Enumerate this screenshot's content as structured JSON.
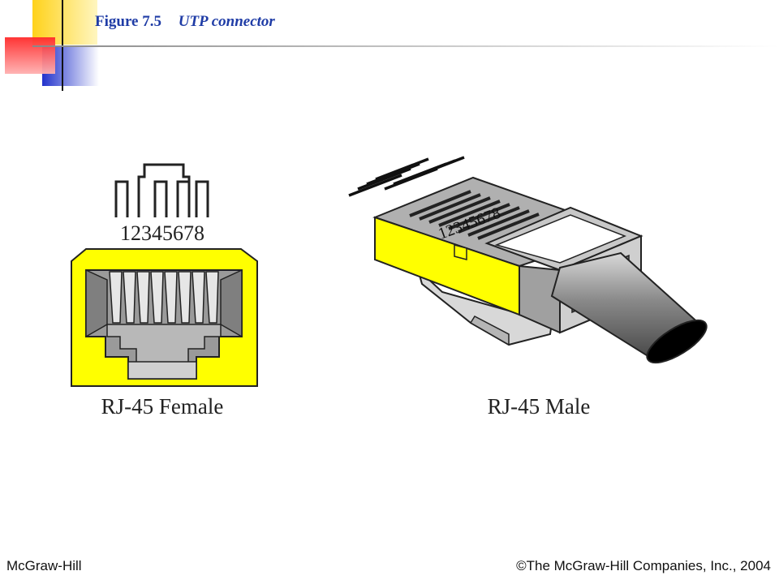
{
  "slide": {
    "figure_label": "Figure 7.5",
    "figure_caption": "UTP connector"
  },
  "diagram": {
    "female": {
      "pin_numbers": "12345678",
      "caption": "RJ-45 Female"
    },
    "male": {
      "pin_numbers": "12345678",
      "caption": "RJ-45 Male"
    }
  },
  "footer": {
    "left": "McGraw-Hill",
    "right": "©The McGraw-Hill Companies, Inc., 2004"
  },
  "colors": {
    "connector_yellow": "#ffff00",
    "title_blue": "#1f3ca6",
    "deco_red": "#ff3333",
    "deco_blue": "#3344dd",
    "deco_yellow": "#ffd21a"
  }
}
